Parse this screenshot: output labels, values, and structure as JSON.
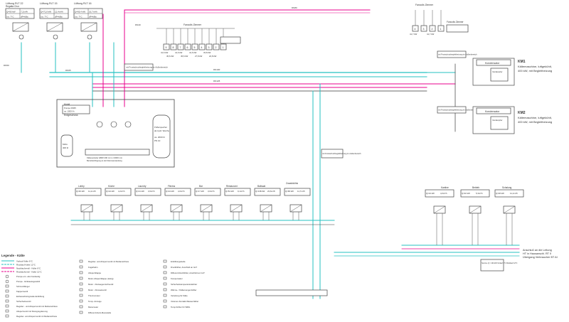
{
  "colors": {
    "supply": "#e8008c",
    "return": "#25c2c2",
    "pipe_dark": "#3a3a3a",
    "background": "#ffffff"
  },
  "top_units": [
    {
      "title": "Lüftung RLT 22",
      "subtitle": "Regatta Chor",
      "kw": "Q=90 kW",
      "flow": "7,2m³/h",
      "temp": "1w: 7°C",
      "dp": "dP=kBa"
    },
    {
      "title": "Lüftung RLT 15",
      "subtitle": "",
      "kw": "Q=71,8 kW",
      "flow": "12,4m³/h",
      "temp": "1w: 7°C",
      "dp": "dP=kBa"
    },
    {
      "title": "Lüftung RLT 16",
      "subtitle": "",
      "kw": "Q=95,4 kW",
      "flow": "16,7m³/h",
      "temp": "1w: 7°C",
      "dp": "dP=kBa"
    }
  ],
  "pipe_labels": {
    "dn40": "DN40",
    "dn50": "DN50",
    "dn65": "DN65",
    "dn80": "DN80",
    "dn100": "DN100",
    "dn125": "DN125"
  },
  "room_bank": {
    "title": "Fancoils Zimmer",
    "numbers": [
      "9",
      "8",
      "7",
      "6",
      "5",
      "4",
      "3",
      "2",
      "1"
    ],
    "kw_top": [
      "41,6 kW",
      "",
      "41,6 kW",
      "",
      "41,6 kW",
      "",
      "33,8 kW",
      "",
      ""
    ],
    "kw_bottom": [
      "",
      "45,6 kW",
      "",
      "45,6 kW",
      "",
      "27,8 kW",
      "",
      "22,8 kW",
      ""
    ]
  },
  "right_top": {
    "title": "Fancoils Zimmer",
    "numbers": [
      "4",
      "3",
      "2",
      "1"
    ],
    "kw": [
      "41,7 kW",
      "",
      "41,7 kW",
      ""
    ]
  },
  "chillers": [
    {
      "name": "KM1",
      "desc1": "Kältemaschine, luftgekühlt,",
      "desc2": "400 kW, mit Begleitheizung",
      "cond": "Kondensator",
      "evap": "Verdampfer"
    },
    {
      "name": "KM2",
      "desc1": "Kältemaschine, luftgekühlt,",
      "desc2": "400 kW, mit Begleitheizung",
      "cond": "Kondensator",
      "evap": "Verdampfer"
    }
  ],
  "central": {
    "label1": "Mobil",
    "label2": "Kältezentrale",
    "label3": "mit Kellerlüftung",
    "label4": "Erdgeschoss",
    "buffer_title": "Pufferspeicher",
    "buffer_sub": "als Hydr. Weiche",
    "buffer_vol": "ca. 2000 ltr",
    "buffer_pn": "PN 10",
    "manifold": "Kälteverteiler  HBW 200 mm  L=2000 mm",
    "manifold_sub": "Berücksichtigung an der Dämmanwandung",
    "tank": "MAG",
    "tank_vol": "400 ltr",
    "pump": "Pumpe DN65",
    "pump_vol": "ca. 1000 l/h"
  },
  "annotations": {
    "left_note": "mit Frostschutzbegleitheizung im Außenbereich",
    "right_note": "mit Frostschutzbegleitheizung im Außenbereich",
    "chiller_note": "mit Frostschutzbegleitheizung im Außenbereich"
  },
  "bottom_units": [
    {
      "name": "Lobby",
      "kw": "Q=46 kW",
      "flow": "11,1m³/h"
    },
    {
      "name": "Küche",
      "kw": "Q=24 kW",
      "flow": "4,2m³/h"
    },
    {
      "name": "Laundry",
      "kw": "Q=21 kW",
      "flow": "3,6m³/h"
    },
    {
      "name": "Fitness",
      "kw": "Q=24 kW",
      "flow": "4,0m³/h"
    },
    {
      "name": "Bar",
      "kw": "Q=17 kW",
      "flow": "3,0m³/h"
    },
    {
      "name": "Restaurant",
      "kw": "Q=54 kW",
      "flow": "9,1m³/h"
    },
    {
      "name": "Ballsaal",
      "kw": "Q=138 kW",
      "flow": "23,6m³/h"
    },
    {
      "name": "Zusatzkühlu",
      "kw": "Q=68 kW",
      "flow": "11,7m³/h"
    }
  ],
  "bottom_right_units": [
    {
      "name": "Kantine",
      "kw": "Q=24 kW",
      "flow": "4,0m³/h"
    },
    {
      "name": "Betrieb",
      "kw": "Q=32 kW",
      "flow": "5,3m³/h"
    },
    {
      "name": "Schalung",
      "kw": "Q=48 kW",
      "flow": "11,1m³/h"
    }
  ],
  "connection_note": {
    "line1": "Anschluß an die Leitung",
    "line2": "HT in Hausanschl. RT II",
    "line3": "Übergang Verbraucher BT AI",
    "box": "Summe Q = 404 kW  Vorlauf 6°C  Rücklauf 12°C"
  },
  "legend": {
    "title": "Legende - Kälte",
    "lines": [
      {
        "label": "Vorlauf Kälte 6°C",
        "color": "#25c2c2"
      },
      {
        "label": "Rücklauf Kälte 12°C",
        "color": "#25c2c2"
      },
      {
        "label": "Nachlaufventil - Kälte 6°C",
        "color": "#e8008c"
      },
      {
        "label": "Rücklaufventil - Kälte 12°C",
        "color": "#e8008c"
      }
    ],
    "col1": [
      "Pumpe ein- oder beidseitig",
      "Pumpe - Einbauelegewinkl",
      "Schmutzfänger",
      "Kappenventil",
      "Einbauschwingmatte Entlüftung",
      "Sicherheitsventil",
      "Regulier - und Absperrventil mit Meßanschluss",
      "Absperrventil mit Strangregulierung",
      "Regulier- und Absperrventil mit Meßanschluss"
    ],
    "col2": [
      "Regulier- und Absperrventil mit Meßanschluss",
      "Kugelhahn",
      "Absperrklappe",
      "Motor-Absperrklappe (stetig)",
      "Motor - Dreiwegemischventil",
      "Motor - Drosselventil",
      "Thermometer",
      "Temp.-Anzeige",
      "Manometer",
      "Differenzdruck-Messstelle"
    ],
    "col3": [
      "Entlüftungsstelle",
      "Druckfühler, Anschluß an GLT",
      "Differenzdruckfühler, Anschluß an GLT",
      "Kompensator",
      "Sicherheitstemperaturwächter",
      "Wärme- / Kältemengenzähler",
      "Verteilung für Kälte",
      "Volumen-Kontakt-Wasserzähler",
      "Temp.Kühler für WRG"
    ]
  }
}
